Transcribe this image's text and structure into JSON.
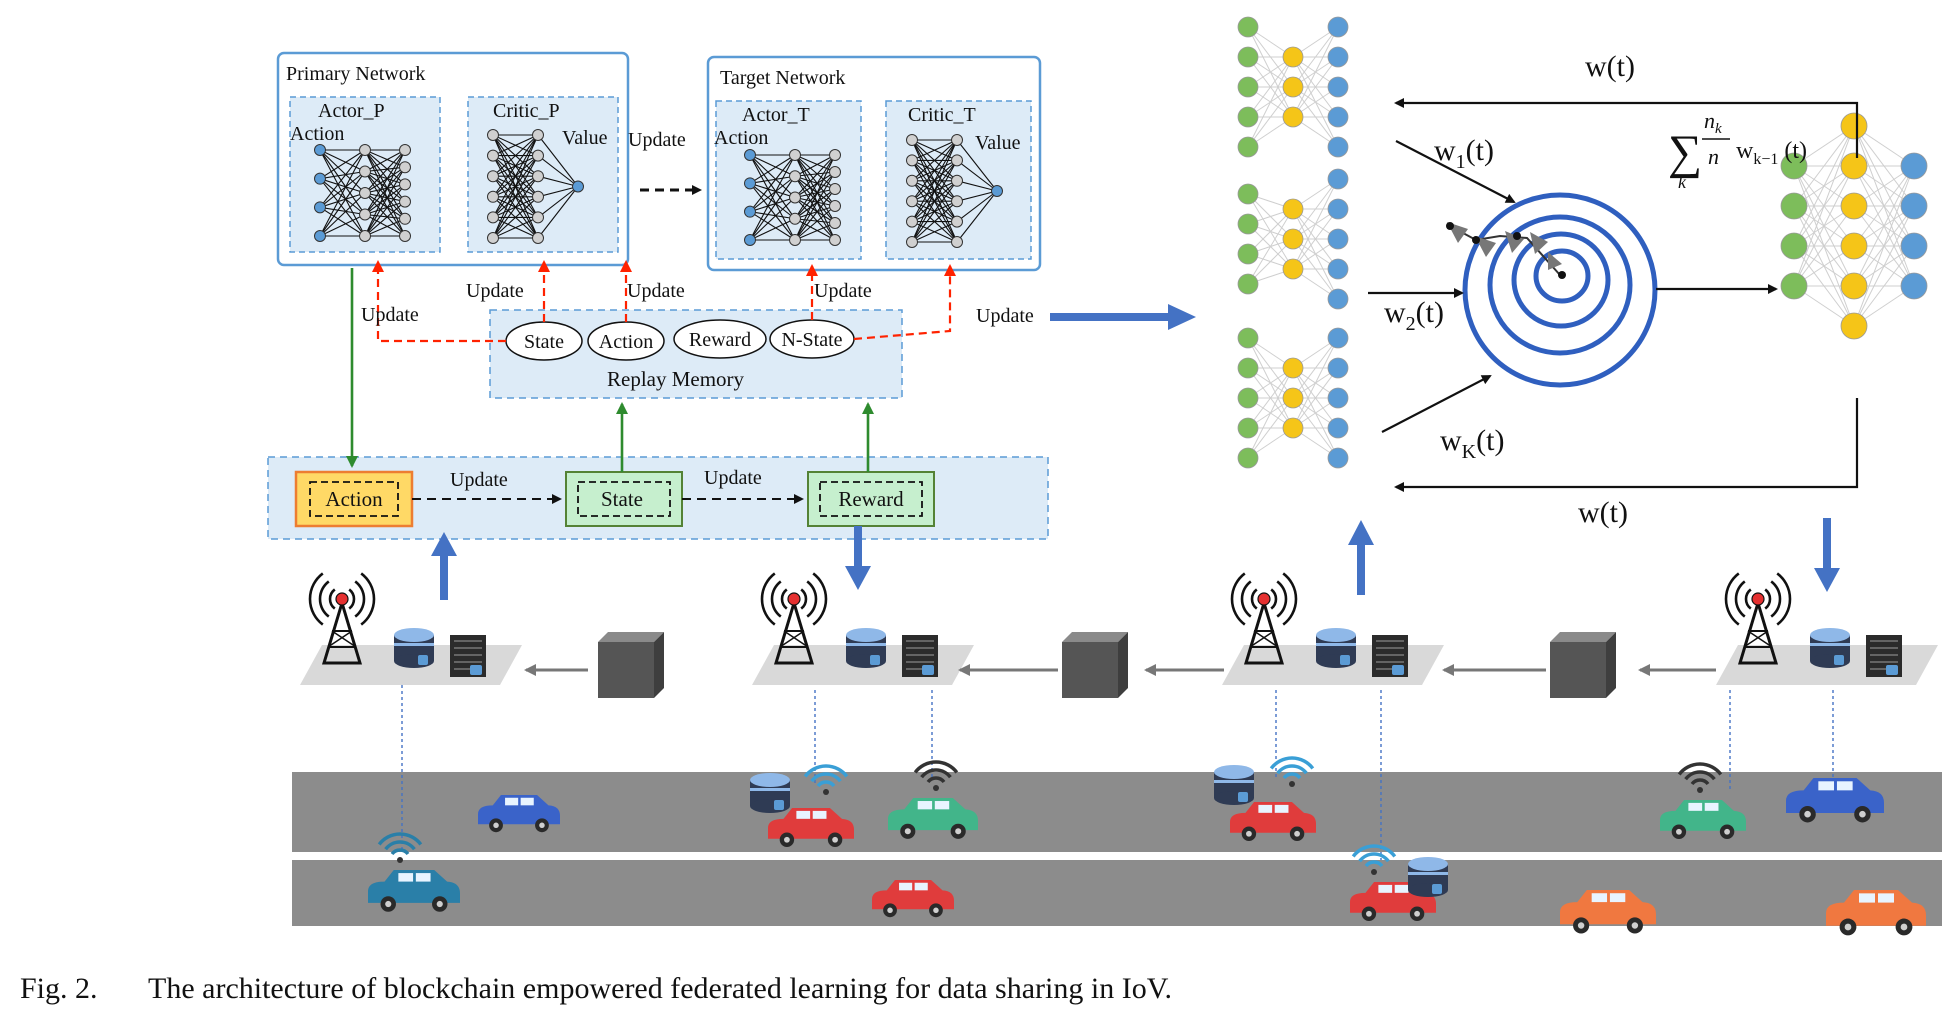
{
  "primary_network": {
    "title": "Primary Network",
    "actor": "Actor_P",
    "critic": "Critic_P",
    "action": "Action",
    "value": "Value"
  },
  "target_network": {
    "title": "Target Network",
    "actor": "Actor_T",
    "critic": "Critic_T",
    "action": "Action",
    "value": "Value"
  },
  "labels": {
    "update": "Update"
  },
  "replay_memory": {
    "title": "Replay Memory",
    "items": [
      "State",
      "Action",
      "Reward",
      "N-State"
    ]
  },
  "environment": {
    "action": "Action",
    "state": "State",
    "reward": "Reward"
  },
  "federated": {
    "w_top": "w(t)",
    "w_bottom": "w(t)",
    "w1": "w",
    "w1_sub": "1",
    "w1_tail": "(t)",
    "w2": "w",
    "w2_sub": "2",
    "w2_tail": "(t)",
    "wk": "w",
    "wk_sub": "K",
    "wk_tail": "(t)",
    "sum_symbol": "∑",
    "sum_index": "k",
    "frac_num": "n",
    "frac_num_sub": "k",
    "frac_den": "n",
    "sum_term": "w",
    "sum_term_sub": "k−1",
    "sum_term_tail": "(t)"
  },
  "colors": {
    "blue_arrow": "#4472c4",
    "green_arrow": "#2e8b2e",
    "red_dashed": "#ff2200",
    "panel_bg": "#ddebf7",
    "panel_border": "#5b9bd5",
    "action_fill": "#ffd966",
    "state_fill": "#c6efce",
    "road": "#8c8c8c"
  },
  "caption": {
    "number": "Fig. 2.",
    "text": "The architecture of blockchain empowered federated learning for data sharing in IoV."
  }
}
